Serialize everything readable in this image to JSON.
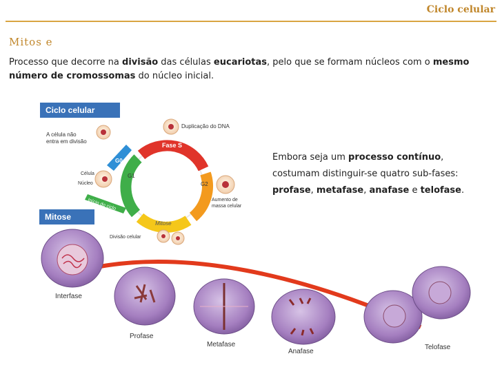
{
  "header": {
    "title": "Ciclo celular"
  },
  "section": {
    "heading": "Mitos e"
  },
  "intro": {
    "p1": "Processo  que decorre na ",
    "b1": "divisão",
    "p2": " das células ",
    "b2": "eucariotas",
    "p3": ", pelo que se formam núcleos com o ",
    "b3": "mesmo número de cromossomas",
    "p4": " do núcleo inicial."
  },
  "side_text": {
    "line1_a": "Embora seja um ",
    "line1_b": "processo contínuo",
    "line1_c": ",",
    "line2": "costumam distinguir-se quatro sub-fases:",
    "phase1": "profase",
    "sep1": ", ",
    "phase2": "metafase",
    "sep2": ", ",
    "phase3": "anafase",
    "sep3": " e ",
    "phase4": "telofase",
    "end": "."
  },
  "diagram": {
    "cycle_badge": "Ciclo celular",
    "mitose_badge": "Mitose",
    "labels": {
      "cell_no_division_1": "A célula não",
      "cell_no_division_2": "entra em divisão",
      "celula": "Célula",
      "nucleo": "Núcleo",
      "dna_dup": "Duplicação do DNA",
      "fase_s": "Fase S",
      "g0": "G0",
      "g1": "G1",
      "g2": "G2",
      "inicio": "Início do ciclo",
      "mitose_arrow": "Mitose",
      "divisao": "Divisão celular",
      "aumento_1": "Aumento de",
      "aumento_2": "massa celular"
    },
    "stages": {
      "interfase": "Interfase",
      "profase": "Profase",
      "metafase": "Metafase",
      "anafase": "Anafase",
      "telofase": "Telofase"
    },
    "colors": {
      "accent": "#c0862a",
      "badge": "#3a72b8",
      "cell": "#a57fc0",
      "arrow": "#e23a1c"
    }
  }
}
